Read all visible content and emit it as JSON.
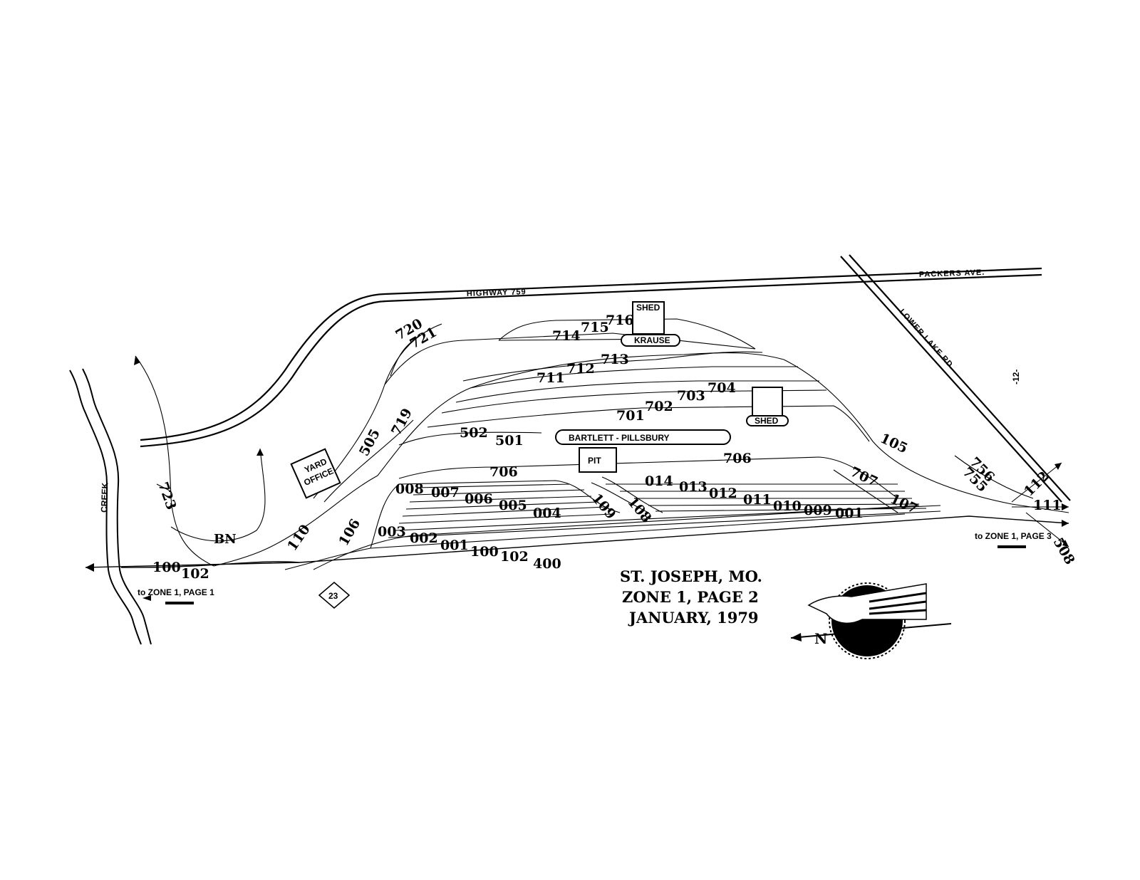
{
  "map": {
    "title_lines": [
      "ST. JOSEPH, MO.",
      "ZONE 1, PAGE 2",
      "JANUARY, 1979"
    ],
    "page_marker": "-12-",
    "roads": {
      "highway": "HIGHWAY 759",
      "packers": "PACKERS AVE.",
      "lower_lake": "LOWER LAKE RD."
    },
    "creek": "CREEK",
    "buildings": {
      "shed_top": "SHED",
      "krause": "KRAUSE",
      "shed_mid": "SHED",
      "bartlett": "BARTLETT - PILLSBURY",
      "pit": "PIT",
      "yard_office_1": "YARD",
      "yard_office_2": "OFFICE"
    },
    "connections": {
      "zone1_page1": "to ZONE 1, PAGE 1",
      "zone1_page3": "to ZONE 1, PAGE 3",
      "milepost": "23",
      "bn": "BN"
    },
    "track_numbers": {
      "t720": "720",
      "t721": "721",
      "t714": "714",
      "t715": "715",
      "t716": "716",
      "t711": "711",
      "t712": "712",
      "t713": "713",
      "t701": "701",
      "t702": "702",
      "t703": "703",
      "t704": "704",
      "t505": "505",
      "t719": "719",
      "t502": "502",
      "t501": "501",
      "t706a": "706",
      "t706b": "706",
      "t707": "707",
      "t107": "107",
      "t105": "105",
      "t008": "008",
      "t007": "007",
      "t006": "006",
      "t005": "005",
      "t004": "004",
      "t003": "003",
      "t002": "002",
      "t001a": "001",
      "t100a": "100",
      "t102a": "102",
      "t400": "400",
      "t014": "014",
      "t013": "013",
      "t012": "012",
      "t011": "011",
      "t010": "010",
      "t009": "009",
      "t001b": "001",
      "t109": "109",
      "t108": "108",
      "t106": "106",
      "t110": "110",
      "t723": "723",
      "t100b": "100",
      "t102b": "102",
      "t756": "756",
      "t755": "755",
      "t112": "112",
      "t111": "111",
      "t508": "508"
    },
    "compass": "N"
  }
}
